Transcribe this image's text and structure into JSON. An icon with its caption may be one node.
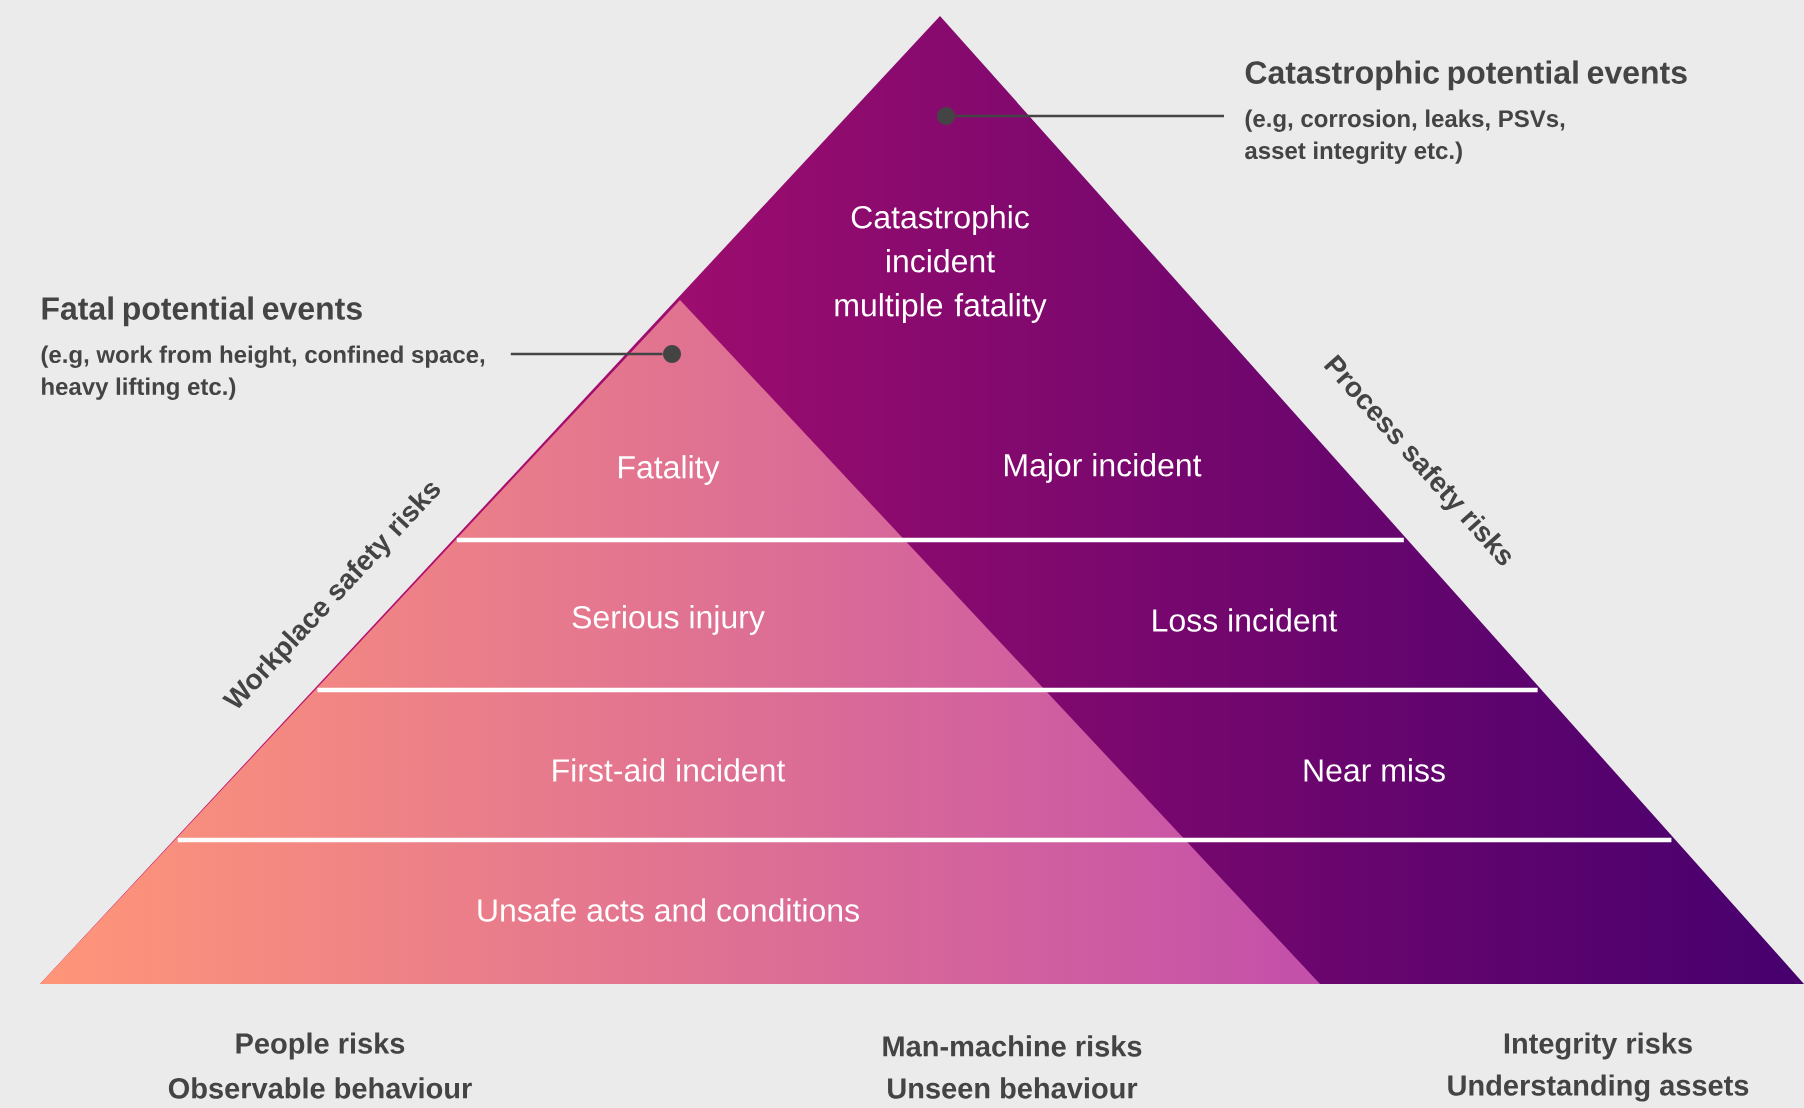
{
  "diagram": {
    "nodes": [
      {
        "text": [
          "Catastrophic potential events",
          "(e.g, corrosion, leaks, PSVs, asset integrity etc.)"
        ]
      },
      {
        "text": [],
        "shape": "circle"
      },
      {
        "text": [
          "Fatal potential events",
          "(e.g, work from height, confined space, heavy lifting etc.)"
        ]
      },
      {
        "text": [],
        "shape": "circle"
      }
    ],
    "edges": [
      {
        "from": 0,
        "to": 1,
        "arrow": "none"
      },
      {
        "from": 2,
        "to": 3,
        "arrow": "none"
      }
    ],
    "labels": [
      "Catastrophic incident multiple fatality",
      "Fatality",
      "Major incident",
      "Serious injury",
      "Loss incident",
      "First-aid incident",
      "Near miss",
      "Unsafe acts and conditions",
      "Workplace safety risks",
      "Process safety risks",
      "People risks",
      "Observable behaviour",
      "Man-machine risks",
      "Unseen behaviour",
      "Integrity risks",
      "Understanding assets"
    ]
  }
}
